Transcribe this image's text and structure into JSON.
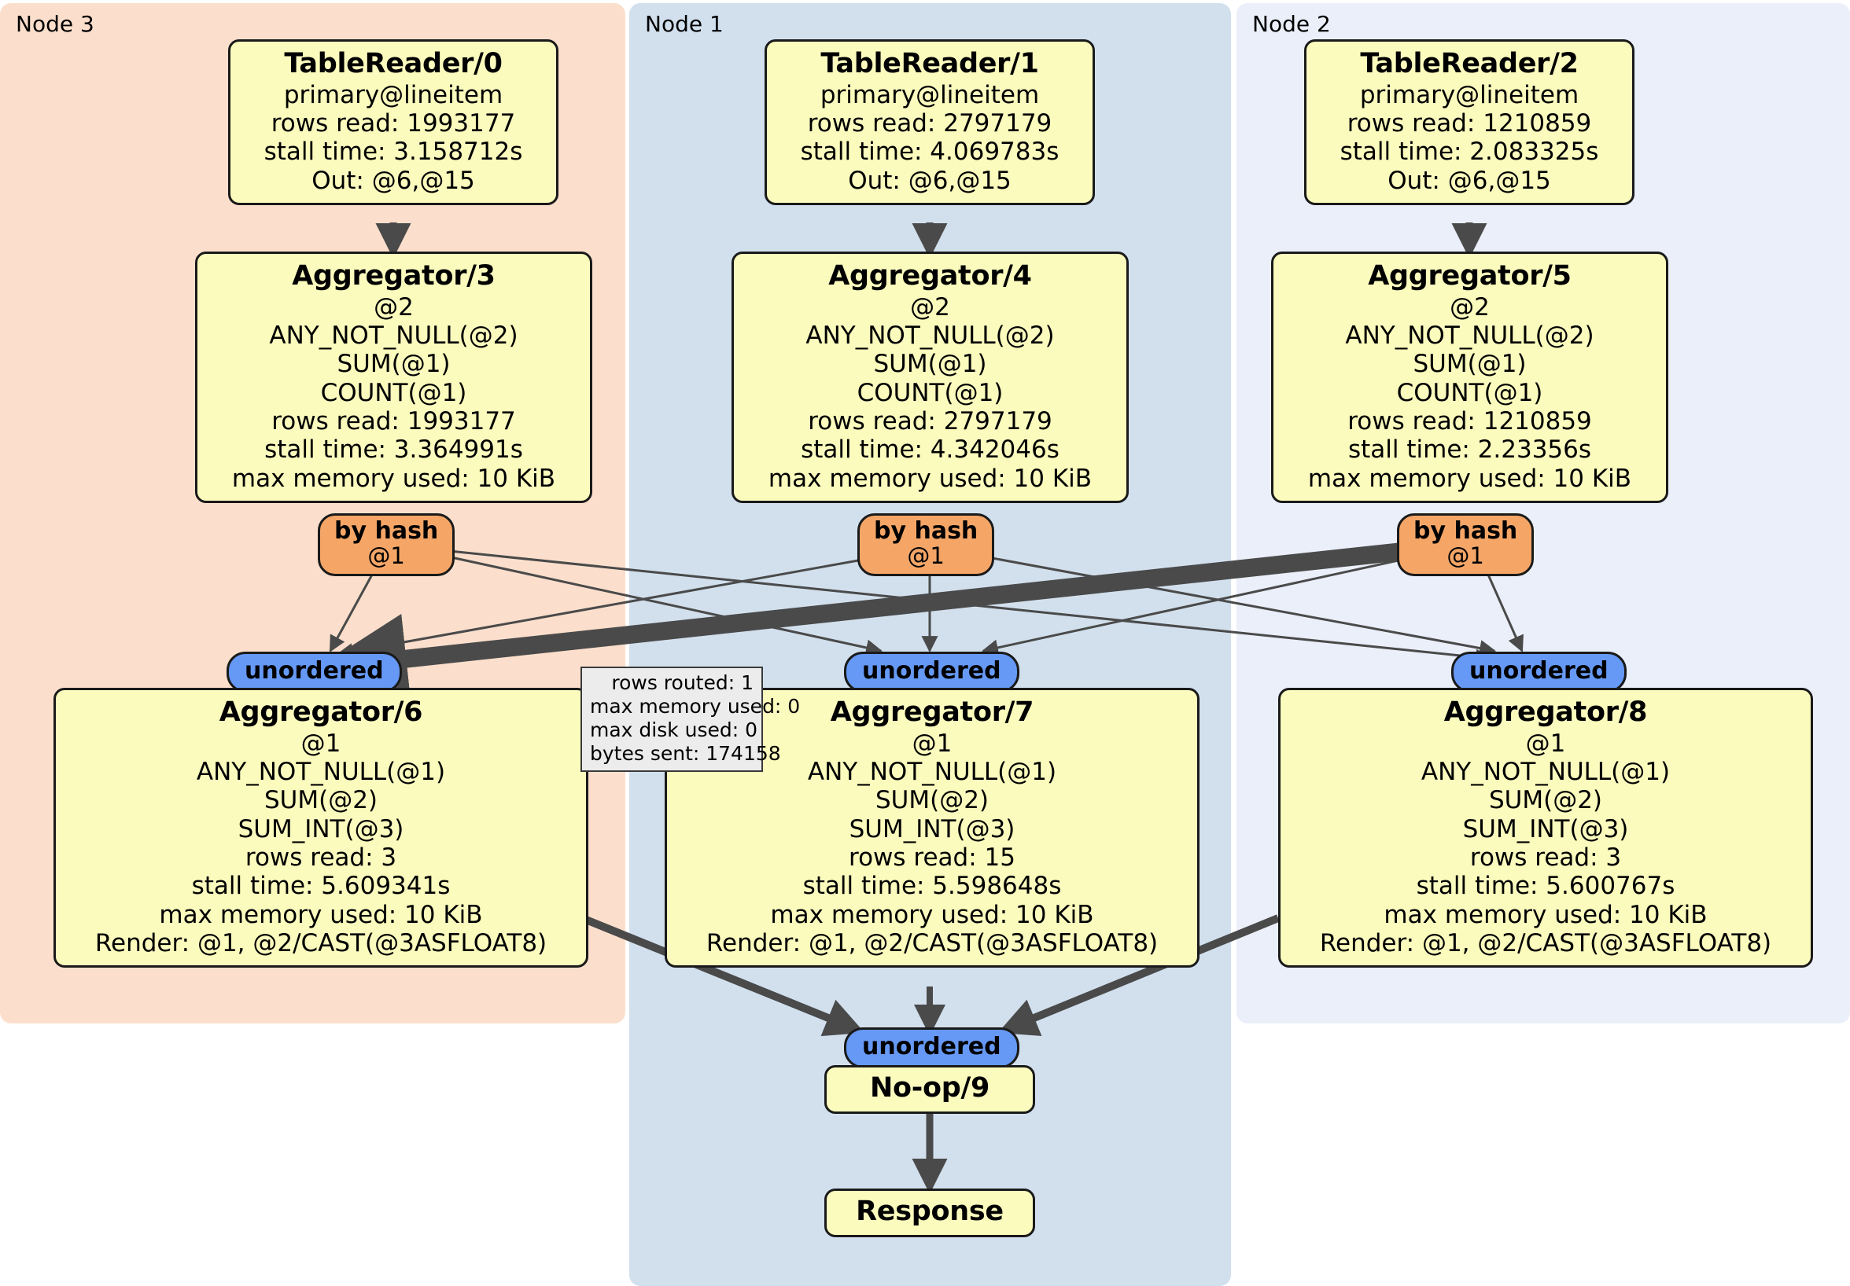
{
  "diagram": {
    "type": "distributed-query-execution-plan",
    "clusters": [
      {
        "id": "node3",
        "label": "Node 3",
        "color": "#fbdfcc"
      },
      {
        "id": "node1",
        "label": "Node 1",
        "color": "#d2e0ee"
      },
      {
        "id": "node2",
        "label": "Node 2",
        "color": "#eaeff9"
      }
    ],
    "table_readers": [
      {
        "title": "TableReader/0",
        "lines": [
          "primary@lineitem",
          "rows read: 1993177",
          "stall time: 3.158712s",
          "Out: @6,@15"
        ]
      },
      {
        "title": "TableReader/1",
        "lines": [
          "primary@lineitem",
          "rows read: 2797179",
          "stall time: 4.069783s",
          "Out: @6,@15"
        ]
      },
      {
        "title": "TableReader/2",
        "lines": [
          "primary@lineitem",
          "rows read: 1210859",
          "stall time: 2.083325s",
          "Out: @6,@15"
        ]
      }
    ],
    "local_aggregators": [
      {
        "title": "Aggregator/3",
        "lines": [
          "@2",
          "ANY_NOT_NULL(@2)",
          "SUM(@1)",
          "COUNT(@1)",
          "rows read: 1993177",
          "stall time: 3.364991s",
          "max memory used: 10 KiB"
        ]
      },
      {
        "title": "Aggregator/4",
        "lines": [
          "@2",
          "ANY_NOT_NULL(@2)",
          "SUM(@1)",
          "COUNT(@1)",
          "rows read: 2797179",
          "stall time: 4.342046s",
          "max memory used: 10 KiB"
        ]
      },
      {
        "title": "Aggregator/5",
        "lines": [
          "@2",
          "ANY_NOT_NULL(@2)",
          "SUM(@1)",
          "COUNT(@1)",
          "rows read: 1210859",
          "stall time: 2.23356s",
          "max memory used: 10 KiB"
        ]
      }
    ],
    "hash_routers": [
      {
        "label": "by hash",
        "sublabel": "@1"
      },
      {
        "label": "by hash",
        "sublabel": "@1"
      },
      {
        "label": "by hash",
        "sublabel": "@1"
      }
    ],
    "unordered_inputs": [
      {
        "label": "unordered"
      },
      {
        "label": "unordered"
      },
      {
        "label": "unordered"
      }
    ],
    "final_aggregators": [
      {
        "title": "Aggregator/6",
        "lines": [
          "@1",
          "ANY_NOT_NULL(@1)",
          "SUM(@2)",
          "SUM_INT(@3)",
          "rows read: 3",
          "stall time: 5.609341s",
          "max memory used: 10 KiB",
          "Render: @1, @2/CAST(@3ASFLOAT8)"
        ]
      },
      {
        "title": "Aggregator/7",
        "lines": [
          "@1",
          "ANY_NOT_NULL(@1)",
          "SUM(@2)",
          "SUM_INT(@3)",
          "rows read: 15",
          "stall time: 5.598648s",
          "max memory used: 10 KiB",
          "Render: @1, @2/CAST(@3ASFLOAT8)"
        ]
      },
      {
        "title": "Aggregator/8",
        "lines": [
          "@1",
          "ANY_NOT_NULL(@1)",
          "SUM(@2)",
          "SUM_INT(@3)",
          "rows read: 3",
          "stall time: 5.600767s",
          "max memory used: 10 KiB",
          "Render: @1, @2/CAST(@3ASFLOAT8)"
        ]
      }
    ],
    "stats_tooltip": {
      "lines": [
        "rows routed: 1",
        "max memory used: 0",
        "max disk used: 0",
        "bytes sent: 174158"
      ]
    },
    "merge_input": {
      "label": "unordered"
    },
    "noop": {
      "title": "No-op/9"
    },
    "response": {
      "title": "Response"
    },
    "colors": {
      "node3_panel": "#fbdfcc",
      "node1_panel": "#d2e0ee",
      "node2_panel": "#eaeff9",
      "processor_fill": "#fbfbbe",
      "hash_fill": "#f5a667",
      "unordered_fill": "#6699f5",
      "stats_fill": "#ececec",
      "edge": "#4a4a4a",
      "border": "#1a1a1a"
    }
  }
}
